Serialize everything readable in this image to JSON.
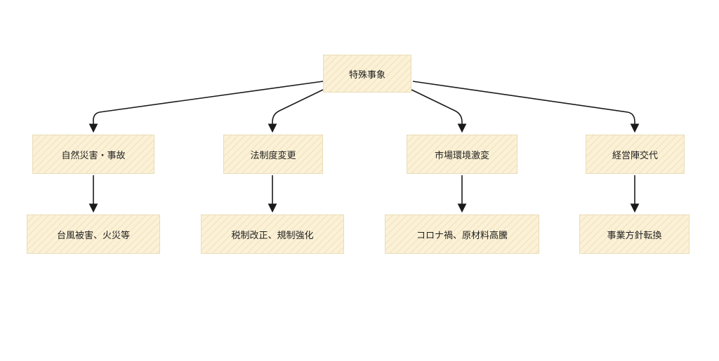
{
  "diagram": {
    "root": {
      "label": "特殊事象"
    },
    "categories": [
      {
        "label": "自然災害・事故",
        "example": "台風被害、火災等"
      },
      {
        "label": "法制度変更",
        "example": "税制改正、規制強化"
      },
      {
        "label": "市場環境激変",
        "example": "コロナ禍、原材料高騰"
      },
      {
        "label": "経営陣交代",
        "example": "事業方針転換"
      }
    ]
  },
  "colors": {
    "node_fill": "#fbf1d7",
    "node_border": "#e8dcb8",
    "edge": "#1a1a1a"
  }
}
